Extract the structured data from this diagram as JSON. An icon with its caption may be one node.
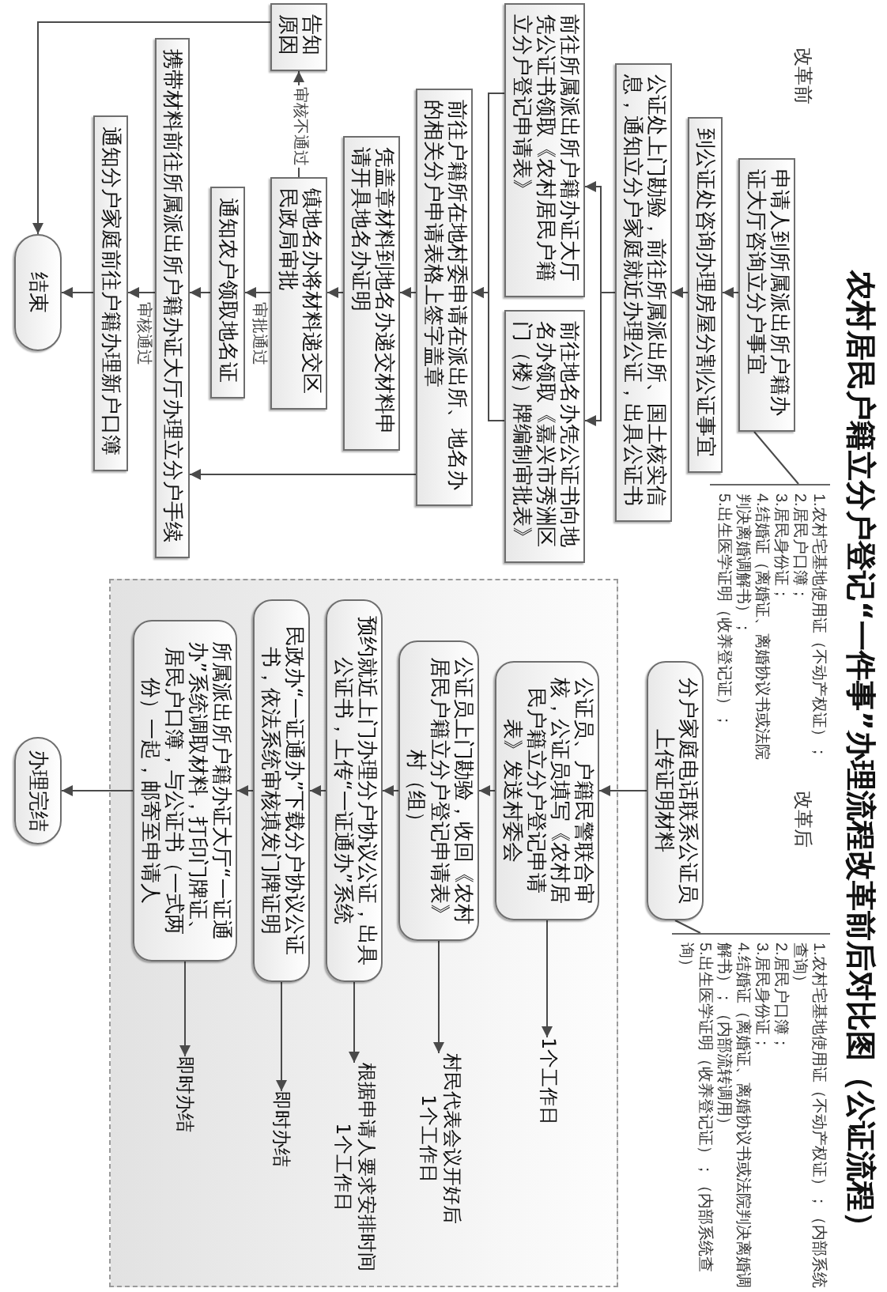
{
  "diagram": {
    "title": "农村居民户籍立分户登记“一件事”办理流程改革前后对比图（公证流程）",
    "nodes": [
      {
        "text": [
          "申请人到所属派出所户籍办证大厅咨询立分户事宜"
        ]
      },
      {
        "text": [
          "到公证处咨询办理房屋分割公证事宜"
        ]
      },
      {
        "text": [
          "公证处上门勘验，前往所属派出所、国土核实信息，通知立分户家庭就近办理公证，出具公证书"
        ]
      },
      {
        "text": [
          "前往所属派出所户籍办证大厅凭公证书领取《农村居民户籍立分户登记申请表》"
        ]
      },
      {
        "text": [
          "前往地名办凭公证书向地名办领取《嘉兴市秀洲区门（楼）牌编制审批表》"
        ]
      },
      {
        "text": [
          "前往户籍所在地村委申请在派出所、地名办的相关分户申请表格上签字盖章"
        ]
      },
      {
        "text": [
          "凭盖章材料到地名办递交材料申请开具地名办证明"
        ]
      },
      {
        "text": [
          "镇地名办将材料递交区民政局审批"
        ]
      },
      {
        "text": [
          "告知原因"
        ]
      },
      {
        "text": [
          "通知农户领取地名证"
        ]
      },
      {
        "text": [
          "携带材料前往所属派出所户籍办证大厅办理立分户手续"
        ]
      },
      {
        "text": [
          "通知分户家庭前往户籍办理新户口簿"
        ]
      },
      {
        "text": [
          "结束"
        ]
      },
      {
        "text": [
          "1.农村宅基地使用证（不动产权证）；",
          "2.居民户口簿；",
          "3.居民身份证；",
          "4.结婚证（离婚证、离婚协议书或法院判决离婚调解书）；",
          "5.出生医学证明（收养登记证）；"
        ]
      },
      {
        "text": [
          "分户家庭电话联系公证员上传证明材料"
        ]
      },
      {
        "text": [
          "1.农村宅基地使用证（不动产权证）；（内部系统查询）",
          "2.居民户口簿；",
          "3.居民身份证；",
          "4.结婚证（离婚证、离婚协议书或法院判决离婚调解书）；（内部流转调用）",
          "5.出生医学证明（收养登记证）；（内部系统查询）"
        ]
      },
      {
        "text": [],
        "shape": "box"
      },
      {
        "text": [
          "公证员、户籍民警联合审核，公证员填写《农村居民户籍立分户登记申请表》发送村委会"
        ],
        "in": 16
      },
      {
        "text": [
          "1个工作日"
        ],
        "in": 16
      },
      {
        "text": [
          "公证员上门勘验，收回《农村居民户籍立分户登记申请表》村（组）"
        ],
        "in": 16
      },
      {
        "text": [
          "村民代表会议开好后",
          "1个工作日"
        ],
        "in": 16
      },
      {
        "text": [
          "预约就近上门办理分户协议公证，出具公证书，上传“一证通办”系统"
        ],
        "in": 16
      },
      {
        "text": [
          "根据申请人要求安排时间",
          "1个工作日"
        ],
        "in": 16
      },
      {
        "text": [
          "民政办“一证通办”下载分户协议公证书，依法系统审核填发门牌证明"
        ],
        "in": 16
      },
      {
        "text": [
          "即时办结"
        ],
        "in": 16
      },
      {
        "text": [
          "所属派出所户籍办证大厅“一证通办”系统调取材料，打印门牌证、居民户口簿，与公证书（一式两份）一起，邮寄至申请人"
        ],
        "in": 16
      },
      {
        "text": [
          "即时办结"
        ],
        "in": 16
      },
      {
        "text": [
          "办理完结"
        ]
      }
    ],
    "edges": [
      {
        "from": 0,
        "to": 1,
        "arrow": "to"
      },
      {
        "from": 1,
        "to": 2,
        "arrow": "to"
      },
      {
        "from": 2,
        "to": 3,
        "arrow": "to"
      },
      {
        "from": 2,
        "to": 4,
        "arrow": "to"
      },
      {
        "from": 3,
        "to": 5,
        "arrow": "to"
      },
      {
        "from": 4,
        "to": 5,
        "arrow": "to"
      },
      {
        "from": 5,
        "to": 6,
        "arrow": "to"
      },
      {
        "from": 5,
        "to": 10,
        "arrow": "to"
      },
      {
        "from": 6,
        "to": 7,
        "arrow": "to"
      },
      {
        "from": 7,
        "to": 8,
        "arrow": "to",
        "label": "审核不通过"
      },
      {
        "from": 7,
        "to": 9,
        "arrow": "to",
        "label": "审批通过"
      },
      {
        "from": 9,
        "to": 10,
        "arrow": "to"
      },
      {
        "from": 10,
        "to": 11,
        "arrow": "to",
        "label": "审核通过"
      },
      {
        "from": 11,
        "to": 12,
        "arrow": "to"
      },
      {
        "from": 8,
        "to": 12,
        "arrow": "to"
      },
      {
        "from": 13,
        "to": 0,
        "arrow": "none"
      },
      {
        "from": 14,
        "to": 17,
        "arrow": "to"
      },
      {
        "from": 17,
        "to": 19,
        "arrow": "to"
      },
      {
        "from": 19,
        "to": 21,
        "arrow": "to"
      },
      {
        "from": 21,
        "to": 23,
        "arrow": "to"
      },
      {
        "from": 23,
        "to": 25,
        "arrow": "to"
      },
      {
        "from": 25,
        "to": 27,
        "arrow": "to"
      },
      {
        "from": 15,
        "to": 14,
        "arrow": "none"
      },
      {
        "from": 17,
        "to": 18,
        "arrow": "to"
      },
      {
        "from": 19,
        "to": 20,
        "arrow": "to"
      },
      {
        "from": 21,
        "to": 22,
        "arrow": "to"
      },
      {
        "from": 23,
        "to": 24,
        "arrow": "to"
      },
      {
        "from": 25,
        "to": 26,
        "arrow": "to"
      }
    ],
    "labels": [
      "改革前",
      "改革后"
    ]
  }
}
